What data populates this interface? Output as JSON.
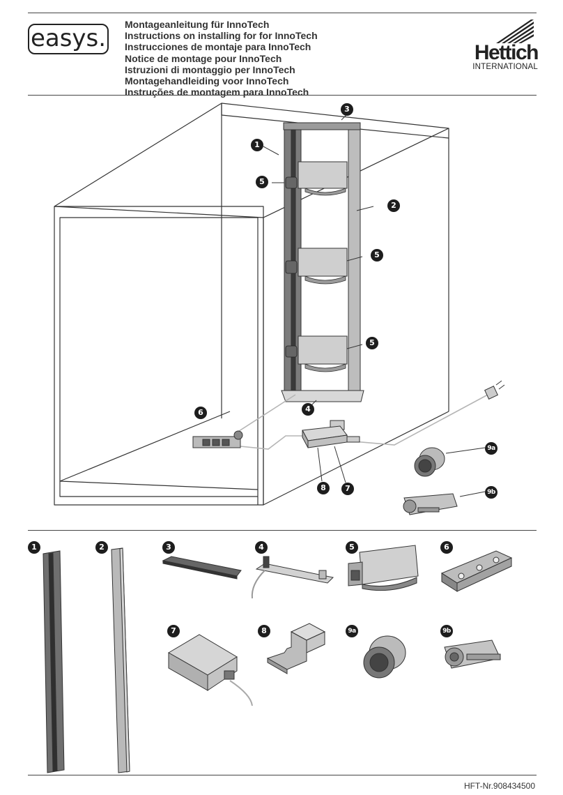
{
  "header": {
    "logo_text": "easys.",
    "titles": [
      "Montageanleitung für InnoTech",
      "Instructions on installing for for InnoTech",
      "Instrucciones de montaje para InnoTech",
      "Notice de montage pour InnoTech",
      "Istruzioni di montaggio per InnoTech",
      "Montagehandleiding voor InnoTech",
      "Instruções de montagem para InnoTech"
    ],
    "brand_name": "Hettich",
    "brand_sub": "INTERNATIONAL"
  },
  "assembly_callouts": [
    "1",
    "2",
    "3",
    "4",
    "5",
    "5",
    "5",
    "6",
    "7",
    "8",
    "9a",
    "9b"
  ],
  "parts": [
    {
      "number": "1"
    },
    {
      "number": "2"
    },
    {
      "number": "3"
    },
    {
      "number": "4"
    },
    {
      "number": "5"
    },
    {
      "number": "6"
    },
    {
      "number": "7"
    },
    {
      "number": "8"
    },
    {
      "number": "9a"
    },
    {
      "number": "9b"
    }
  ],
  "footer": {
    "code": "HFT-Nr.908434500"
  }
}
